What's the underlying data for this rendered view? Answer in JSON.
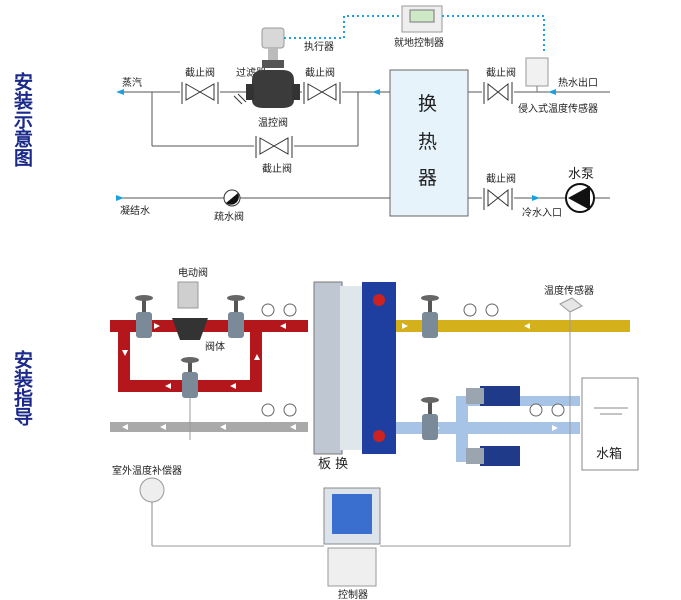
{
  "sections": {
    "top_title": "安装示意图",
    "bottom_title": "安装指导"
  },
  "top": {
    "steam": "蒸汽",
    "stop_valve_1": "截止阀",
    "filter": "过滤器",
    "stop_valve_2": "截止阀",
    "actuator": "执行器",
    "local_controller": "就地控制器",
    "temp_valve": "温控阀",
    "stop_valve_3": "截止阀",
    "heat_exchanger": "换热器",
    "stop_valve_4": "截止阀",
    "hot_water_out": "热水出口",
    "insert_sensor": "侵入式温度传感器",
    "condensate": "凝结水",
    "drain_valve": "疏水阀",
    "stop_valve_5": "截止阀",
    "water_pump": "水泵",
    "cold_water_in": "冷水入口"
  },
  "bottom": {
    "electric_valve": "电动阀",
    "valve_body": "阀体",
    "plate_exchanger": "板 换",
    "temp_sensor": "温度传感器",
    "water_tank": "水箱",
    "outdoor_comp": "室外温度补偿器",
    "controller": "控制器"
  },
  "colors": {
    "title_blue": "#1b2a8a",
    "pipe_red": "#b3171b",
    "pipe_yellow": "#d4b11a",
    "pipe_gray": "#a9a9a9",
    "pipe_lightblue": "#a7c4e6",
    "exchanger_fill": "#e6f3fa",
    "dotted_signal": "#1ea0e0"
  }
}
